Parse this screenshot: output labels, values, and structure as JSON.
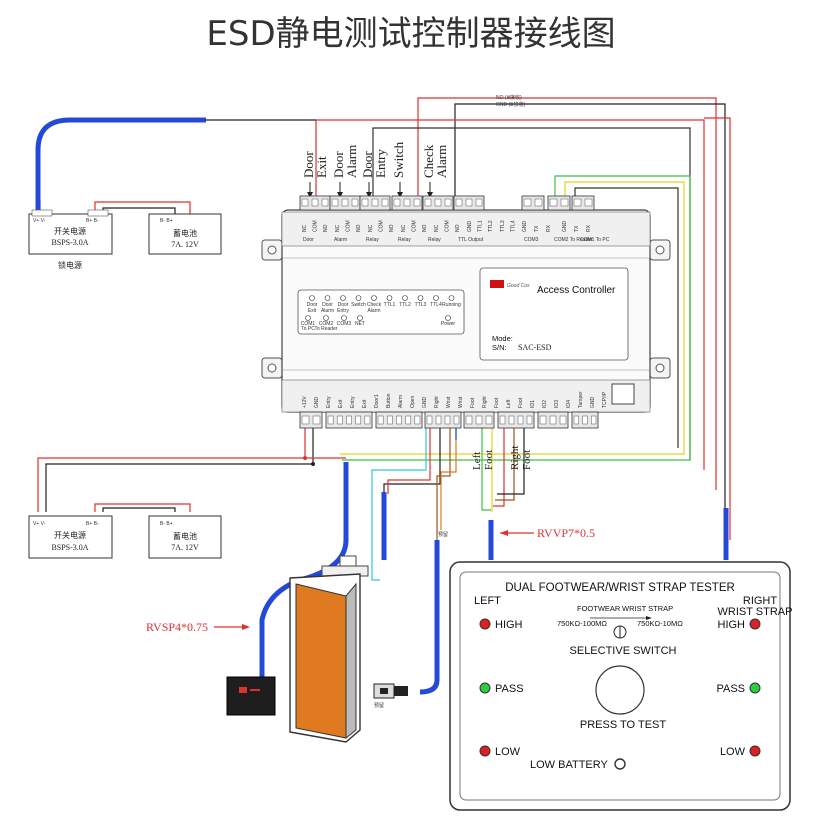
{
  "title": "ESD静电测试控制器接线图",
  "top_wire_labels": {
    "no": "NO (Ⅲ接收)",
    "gnd": "GND (Ⅲ接收)"
  },
  "relay_labels": [
    {
      "line1": "Door",
      "line2": "Exit"
    },
    {
      "line1": "Door",
      "line2": "Alarm"
    },
    {
      "line1": "Door",
      "line2": "Entry"
    },
    {
      "line1": "Switch",
      "line2": ""
    },
    {
      "line1": "Check",
      "line2": "Alarm"
    }
  ],
  "power_top": {
    "psu_name": "开关电源",
    "psu_model": "BSPS-3.0A",
    "psu_pins": "V+ V-",
    "psu_pins2": "B+ B-",
    "battery_name": "蓄电池",
    "battery_spec": "7A. 12V",
    "battery_pins": "B- B+",
    "caption": "锁电源"
  },
  "power_bottom": {
    "psu_name": "开关电源",
    "psu_model": "BSPS-3.0A",
    "psu_pins": "V+ V-",
    "psu_pins2": "B+ B-",
    "battery_name": "蓄电池",
    "battery_spec": "7A. 12V",
    "battery_pins": "B- B+"
  },
  "controller": {
    "brand": "Good Cos",
    "name": "Access Controller",
    "mode_label": "Mode:",
    "sn_label": "S/N:",
    "sn_value": "SAC-ESD",
    "top_terminals": [
      "NC",
      "COM",
      "NO",
      "NC",
      "COM",
      "NO",
      "NC",
      "COM",
      "NO",
      "NC",
      "COM",
      "NO",
      "NC",
      "COM",
      "NO",
      "GND",
      "TTL1",
      "TTL2",
      "TTL3",
      "TTL4",
      "GND",
      "TX",
      "RX",
      "GND",
      "TX",
      "RX"
    ],
    "top_groups": [
      "Door",
      "Alarm",
      "Relay",
      "Relay",
      "Relay",
      "TTL Output",
      "COM3",
      "COM2 To Reader",
      "COM1 To PC"
    ],
    "leds_row1": [
      "Door Exit",
      "Door Alarm",
      "Door Entry",
      "Switch",
      "Check Alarm",
      "TTL1",
      "TTL2",
      "TTL3",
      "TTL4",
      "Running"
    ],
    "leds_row2": [
      "COM1 To PC",
      "COM2 To Reader",
      "COM3",
      "NET",
      "Power"
    ],
    "bottom_terminals": [
      "+12V",
      "GND",
      "Entry",
      "Exit",
      "Entry",
      "Exit",
      "Door1",
      "Button",
      "Alarm",
      "Open",
      "GND",
      "Right",
      "Wrist",
      "Wrist",
      "Foot",
      "Right",
      "Foot",
      "Left",
      "Foot",
      "IO1",
      "IO2",
      "IO3",
      "IO4",
      "Tamper",
      "GND",
      "TCP/IP"
    ]
  },
  "foot_labels": [
    {
      "a": "Left",
      "b": "Foot"
    },
    {
      "a": "Right",
      "b": "Foot"
    }
  ],
  "cable_labels": {
    "rvvp": "RVVP7*0.5",
    "rvsp": "RVSP4*0.75"
  },
  "small_labels": {
    "door_sensor": "预留",
    "exit_button": "预留"
  },
  "tester": {
    "title": "DUAL FOOTWEAR/WRIST STRAP TESTER",
    "left": "LEFT",
    "right": "RIGHT",
    "right2": "WRIST STRAP",
    "footwear": "FOOTWEAR",
    "wriststrap": "WRIST STRAP",
    "range_left": "750KΩ-100MΩ",
    "range_right": "750KΩ-10MΩ",
    "selective_switch": "SELECTIVE SWITCH",
    "press_to_test": "PRESS TO TEST",
    "high": "HIGH",
    "pass": "PASS",
    "low": "LOW",
    "low_battery": "LOW BATTERY",
    "colors": {
      "high": "#e02020",
      "pass": "#2ecc40",
      "low": "#e02020"
    }
  },
  "wire_colors": {
    "red": "#e03030",
    "black": "#222222",
    "blue": "#2448d8",
    "yellow": "#e8d020",
    "green": "#3cc040",
    "cyan": "#30c8d8",
    "brown": "#a05020",
    "orange": "#e07820"
  }
}
